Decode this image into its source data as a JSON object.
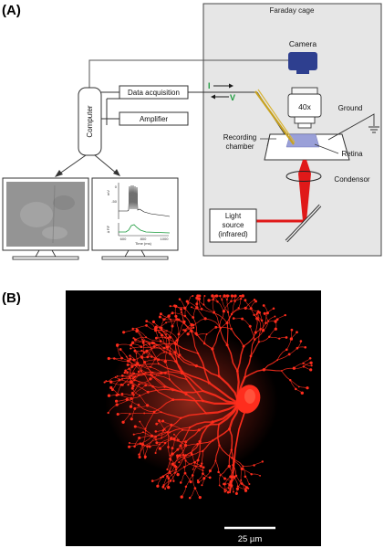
{
  "panel_a": {
    "label": "(A)",
    "faraday_cage": "Faraday cage",
    "computer": "Computer",
    "data_acquisition": "Data acquisition",
    "amplifier": "Amplifier",
    "current_symbol": "I",
    "voltage_symbol": "V",
    "camera": "Camera",
    "objective": "40x",
    "ground": "Ground",
    "recording_chamber_line1": "Recording",
    "recording_chamber_line2": "chamber",
    "retina": "Retina",
    "condensor": "Condensor",
    "light_source_line1": "Light",
    "light_source_line2": "source",
    "light_source_line3": "(infrared)",
    "trace_y_label": "mV",
    "trace_y_ticks": [
      "0",
      "-50"
    ],
    "trace_x_ticks": [
      "600",
      "800",
      "1000"
    ],
    "trace_x_label": "Time (ms)",
    "trace_low_y_label": "Δ F/F"
  },
  "panel_b": {
    "label": "(B)",
    "scale_bar": "25 µm"
  },
  "colors": {
    "cage_fill": "#e6e6e6",
    "camera": "#2e3f8f",
    "retina": "#9aa0d8",
    "light": "#e01919",
    "probe": "#c8a21f",
    "signal_green": "#1a9a3c",
    "neuron": "#ff2d1d"
  }
}
